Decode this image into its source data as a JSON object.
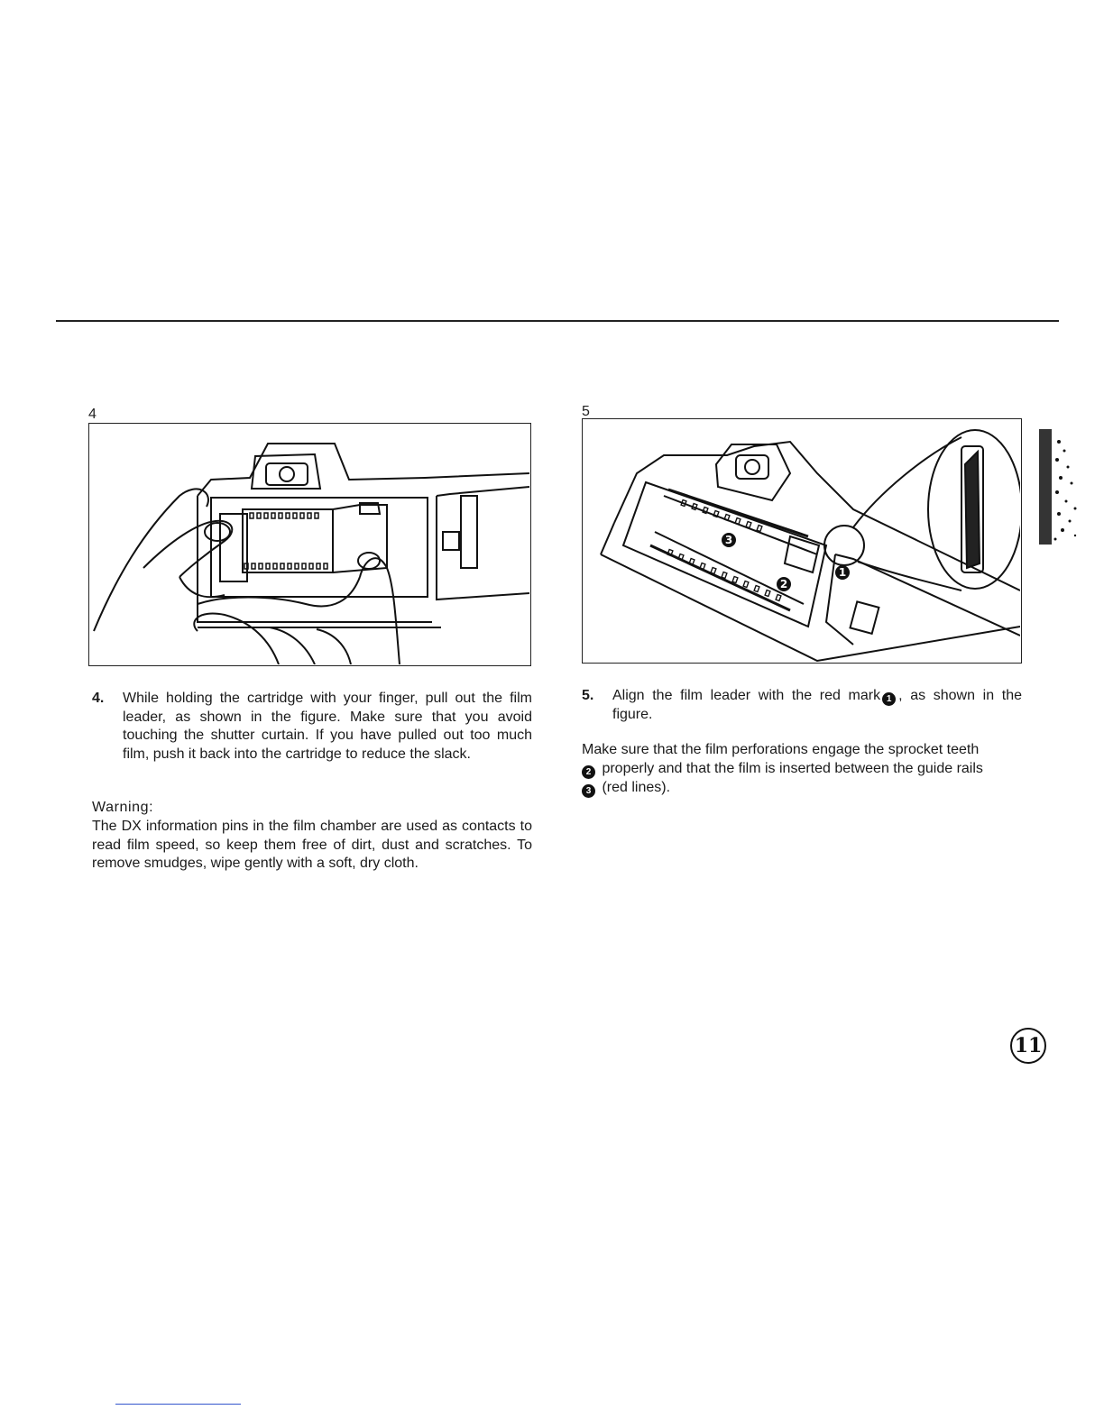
{
  "figures": {
    "left_number": "4",
    "right_number": "5"
  },
  "steps": {
    "step4": {
      "number": "4.",
      "text": "While holding the cartridge with your finger, pull out the film leader, as shown in the figure. Make sure that you avoid touching the shutter curtain. If you have pulled out too much film, push it back into the cartridge to reduce the slack."
    },
    "step5": {
      "number": "5.",
      "text_before": "Align the film leader with the red mark",
      "callout": "1",
      "text_after": ", as shown in the figure."
    }
  },
  "warning": {
    "heading": "Warning:",
    "text": "The DX information pins in the film chamber are used as contacts to read film speed, so keep them free of dirt, dust and scratches. To remove smudges, wipe gently with a soft, dry cloth."
  },
  "note": {
    "part1": "Make sure that the film perforations engage the sprocket teeth",
    "callout2": "2",
    "part2": "properly and that the film is inserted between the guide rails",
    "callout3": "3",
    "part3": "(red lines)."
  },
  "figure_callouts": {
    "one": "1",
    "two": "2",
    "three": "3"
  },
  "page_number": "11"
}
